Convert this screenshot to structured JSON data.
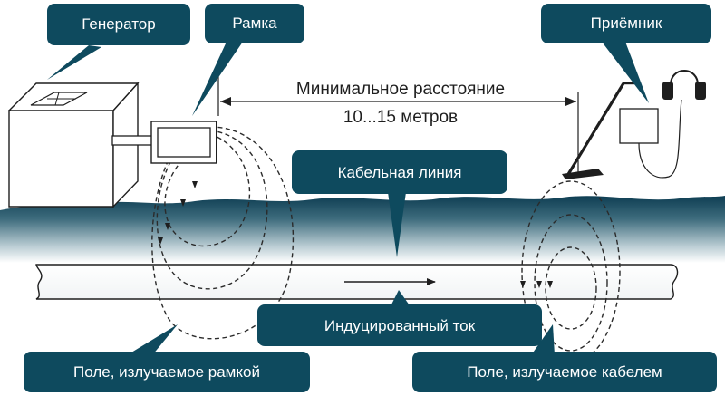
{
  "labels": {
    "generator": "Генератор",
    "frame": "Рамка",
    "receiver": "Приёмник",
    "cable_line": "Кабельная линия",
    "induced_current": "Индуцированный ток",
    "frame_field": "Поле, излучаемое рамкой",
    "cable_field": "Поле, излучаемое кабелем"
  },
  "distance": {
    "line1": "Минимальное расстояние",
    "line2": "10...15 метров"
  },
  "colors": {
    "callout": "#0e4a5e",
    "ground_top": "#0d3d52",
    "ground_bottom": "#ffffff",
    "line": "#1e1e1e",
    "callout_text": "#ffffff"
  }
}
